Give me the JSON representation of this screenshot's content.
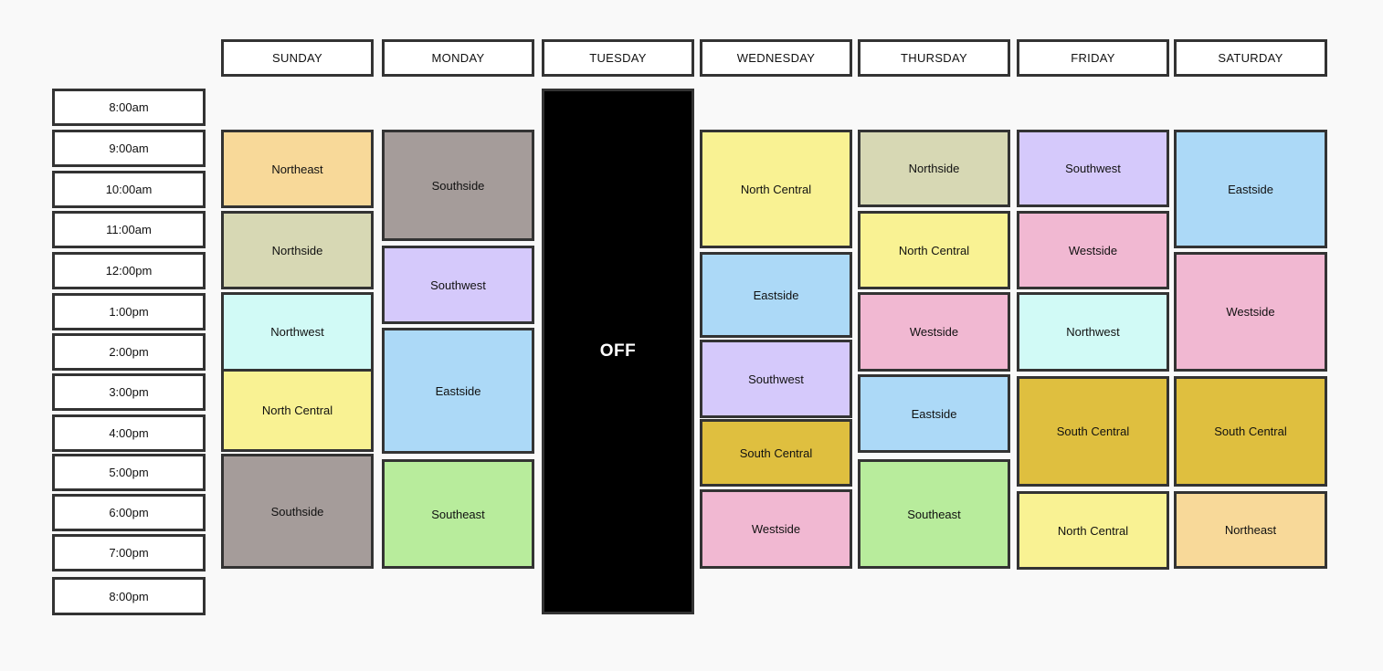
{
  "days": [
    "SUNDAY",
    "MONDAY",
    "TUESDAY",
    "WEDNESDAY",
    "THURSDAY",
    "FRIDAY",
    "SATURDAY"
  ],
  "times": [
    "8:00am",
    "9:00am",
    "10:00am",
    "11:00am",
    "12:00pm",
    "1:00pm",
    "2:00pm",
    "3:00pm",
    "4:00pm",
    "5:00pm",
    "6:00pm",
    "7:00pm",
    "8:00pm"
  ],
  "off_label": "OFF",
  "region_colors": {
    "Northeast": "#f8d999",
    "Northside": "#d7d8b4",
    "Northwest": "#d1faf6",
    "North Central": "#f9f293",
    "Southside": "#a59c9a",
    "Southwest": "#d5c9fb",
    "Eastside": "#acd9f7",
    "Southeast": "#b8ec9c",
    "South Central": "#dfbf3f",
    "Westside": "#f1b8d2"
  },
  "schedule": {
    "sunday": [
      "Northeast",
      "Northside",
      "Northwest",
      "North Central",
      "Southside"
    ],
    "monday": [
      "Southside",
      "Southwest",
      "Eastside",
      "Southeast"
    ],
    "wednesday": [
      "North Central",
      "Eastside",
      "Southwest",
      "South Central",
      "Westside"
    ],
    "thursday": [
      "Northside",
      "North Central",
      "Westside",
      "Eastside",
      "Southeast"
    ],
    "friday": [
      "Southwest",
      "Westside",
      "Northwest",
      "South Central",
      "North Central"
    ],
    "saturday": [
      "Eastside",
      "Westside",
      "South Central",
      "Northeast"
    ]
  }
}
